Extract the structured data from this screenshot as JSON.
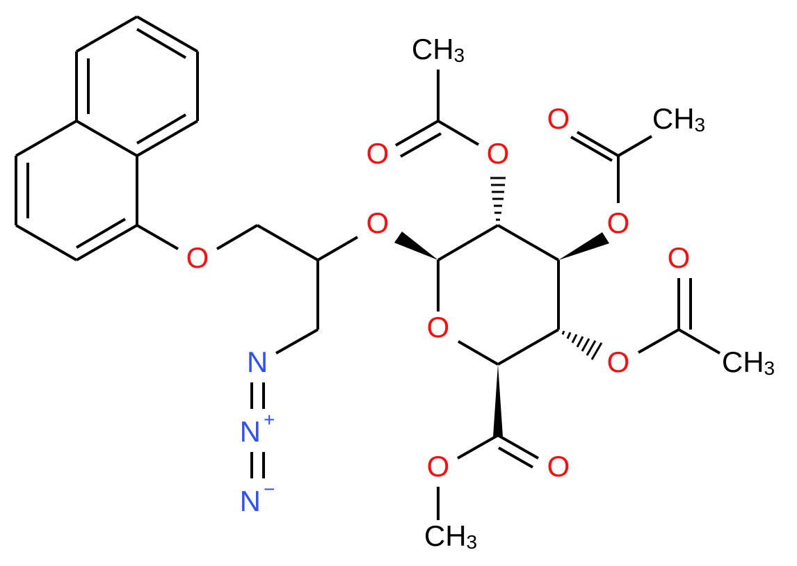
{
  "figure": {
    "type": "chemical-structure",
    "description": "Methyl 2,3,4-tri-O-acetyl glucuronate glycoside of 1-azido-3-(naphthalen-1-yloxy)propan-2-ol",
    "colors": {
      "oxygen": "#ff0d0d",
      "nitrogen": "#3050f8",
      "carbon": "#000000",
      "background": "#ffffff"
    }
  },
  "atoms": {
    "o_naphthyl_ether": "O",
    "o_glycosidic": "O",
    "o_ring": "O",
    "o_ac2": "O",
    "o_ac2_carbonyl": "O",
    "ch3_ac2": {
      "main": "CH",
      "sub": "3"
    },
    "o_ac3": "O",
    "o_ac3_carbonyl": "O",
    "ch3_ac3": {
      "main": "CH",
      "sub": "3"
    },
    "o_ac4": "O",
    "o_ac4_carbonyl": "O",
    "ch3_ac4": {
      "main": "CH",
      "sub": "3"
    },
    "o_ester": "O",
    "o_ester_carbonyl": "O",
    "ch3_ester": {
      "main": "CH",
      "sub": "3"
    },
    "n1": "N",
    "n2": {
      "main": "N",
      "charge": "+"
    },
    "n3": {
      "main": "N",
      "charge": "−"
    }
  }
}
